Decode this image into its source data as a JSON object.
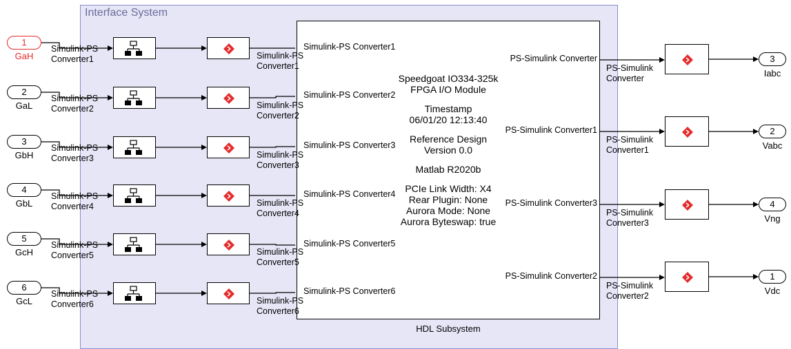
{
  "subsystem_area": {
    "title": "Interface System"
  },
  "hdl_block": {
    "name": "HDL Subsystem",
    "description_lines": [
      "Speedgoat IO334-325k",
      "FPGA I/O Module",
      "",
      "Timestamp",
      "06/01/20 12:13:40",
      "",
      "Reference Design",
      "Version 0.0",
      "",
      "Matlab R2020b",
      "",
      "PCIe Link Width: X4",
      "Rear Plugin: None",
      "Aurora Mode: None",
      "Aurora Byteswap: true"
    ],
    "input_ports": [
      "Simulink-PS Converter1",
      "Simulink-PS Converter2",
      "Simulink-PS Converter3",
      "Simulink-PS Converter4",
      "Simulink-PS Converter5",
      "Simulink-PS Converter6"
    ],
    "output_ports": [
      "PS-Simulink Converter",
      "PS-Simulink Converter1",
      "PS-Simulink Converter3",
      "PS-Simulink Converter2"
    ]
  },
  "inports": [
    {
      "number": "1",
      "name": "GaH",
      "selected": true,
      "converter_label": [
        "Simulink-PS",
        "Converter1"
      ],
      "out_label": [
        "Simulink-PS",
        "Converter1"
      ]
    },
    {
      "number": "2",
      "name": "GaL",
      "selected": false,
      "converter_label": [
        "Simulink-PS",
        "Converter2"
      ],
      "out_label": [
        "Simulink-PS",
        "Converter2"
      ]
    },
    {
      "number": "3",
      "name": "GbH",
      "selected": false,
      "converter_label": [
        "Simulink-PS",
        "Converter3"
      ],
      "out_label": [
        "Simulink-PS",
        "Converter3"
      ]
    },
    {
      "number": "4",
      "name": "GbL",
      "selected": false,
      "converter_label": [
        "Simulink-PS",
        "Converter4"
      ],
      "out_label": [
        "Simulink-PS",
        "Converter4"
      ]
    },
    {
      "number": "5",
      "name": "GcH",
      "selected": false,
      "converter_label": [
        "Simulink-PS",
        "Converter5"
      ],
      "out_label": [
        "Simulink-PS",
        "Converter5"
      ]
    },
    {
      "number": "6",
      "name": "GcL",
      "selected": false,
      "converter_label": [
        "Simulink-PS",
        "Converter6"
      ],
      "out_label": [
        "Simulink-PS",
        "Converter6"
      ]
    }
  ],
  "outports": [
    {
      "number": "3",
      "name": "Iabc",
      "converter_label": [
        "PS-Simulink",
        "Converter"
      ]
    },
    {
      "number": "2",
      "name": "Vabc",
      "converter_label": [
        "PS-Simulink",
        "Converter1"
      ]
    },
    {
      "number": "4",
      "name": "Vng",
      "converter_label": [
        "PS-Simulink",
        "Converter3"
      ]
    },
    {
      "number": "1",
      "name": "Vdc",
      "converter_label": [
        "PS-Simulink",
        "Converter2"
      ]
    }
  ],
  "colors": {
    "selected": "#e52b2b",
    "area_fill": "#e6e6f7",
    "converter_icon": "#e52b2b"
  },
  "icons": {
    "data_type_conversion": "network-grid-icon",
    "converter": "red-diamond-icon"
  }
}
